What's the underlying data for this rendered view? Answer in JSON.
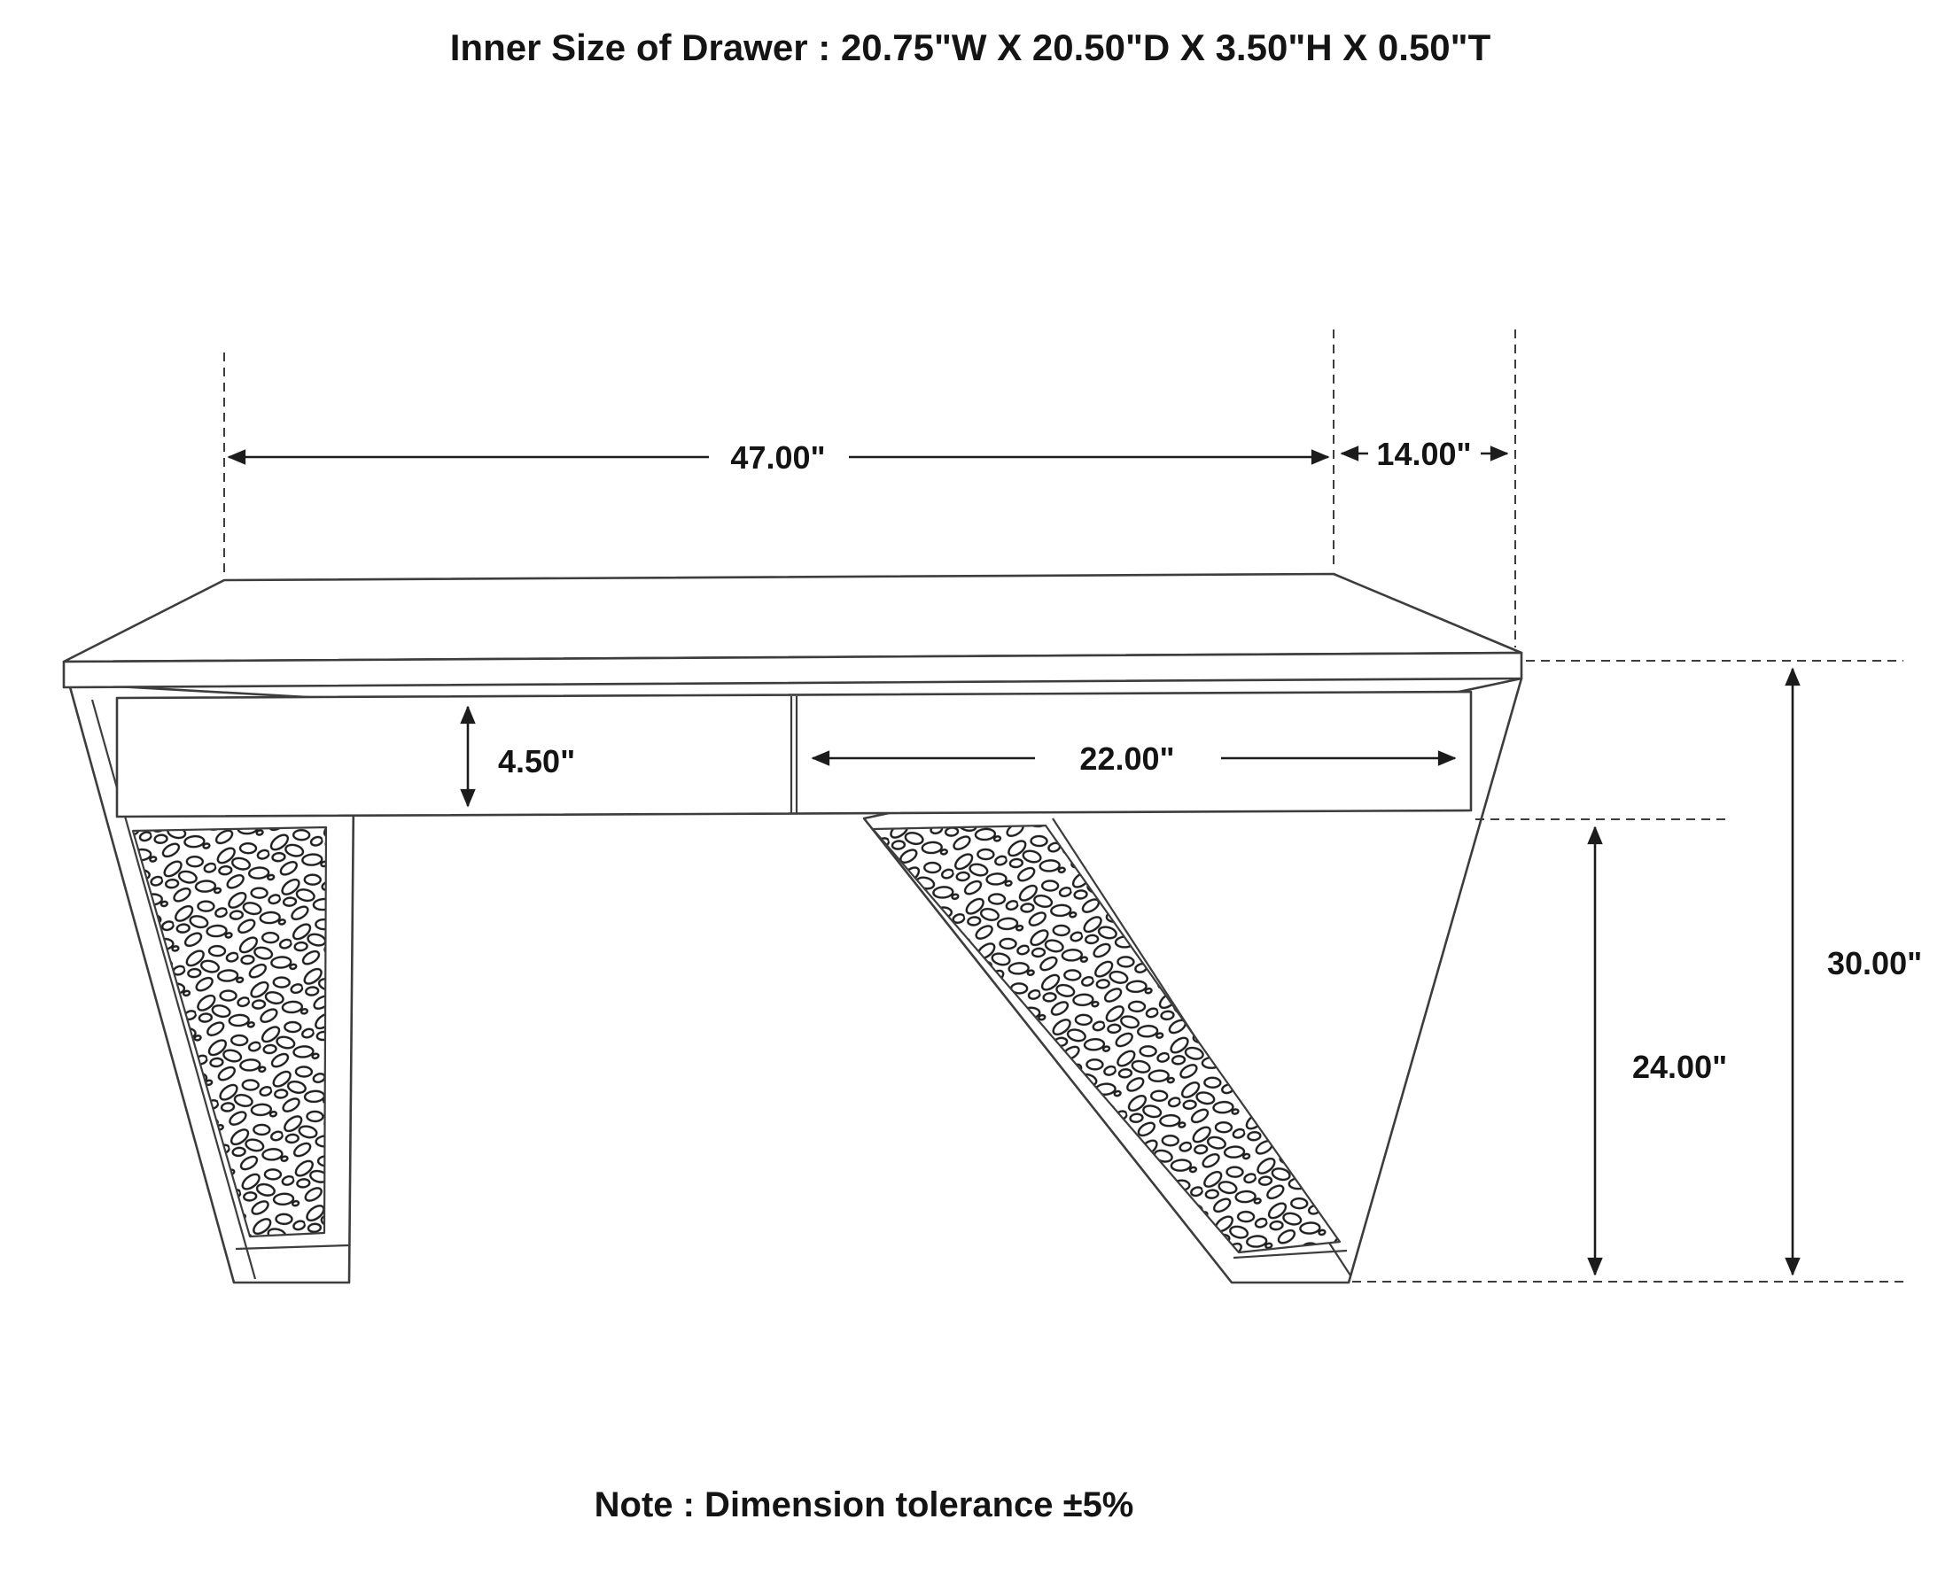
{
  "title": "Inner Size of Drawer : 20.75\"W X 20.50\"D X 3.50\"H X 0.50\"T",
  "note": "Note : Dimension tolerance ±5%",
  "dimensions": {
    "top_width": "47.00\"",
    "top_depth": "14.00\"",
    "drawer_front_height": "4.50\"",
    "drawer_front_width": "22.00\"",
    "leg_clearance_height": "24.00\"",
    "overall_height": "30.00\""
  }
}
